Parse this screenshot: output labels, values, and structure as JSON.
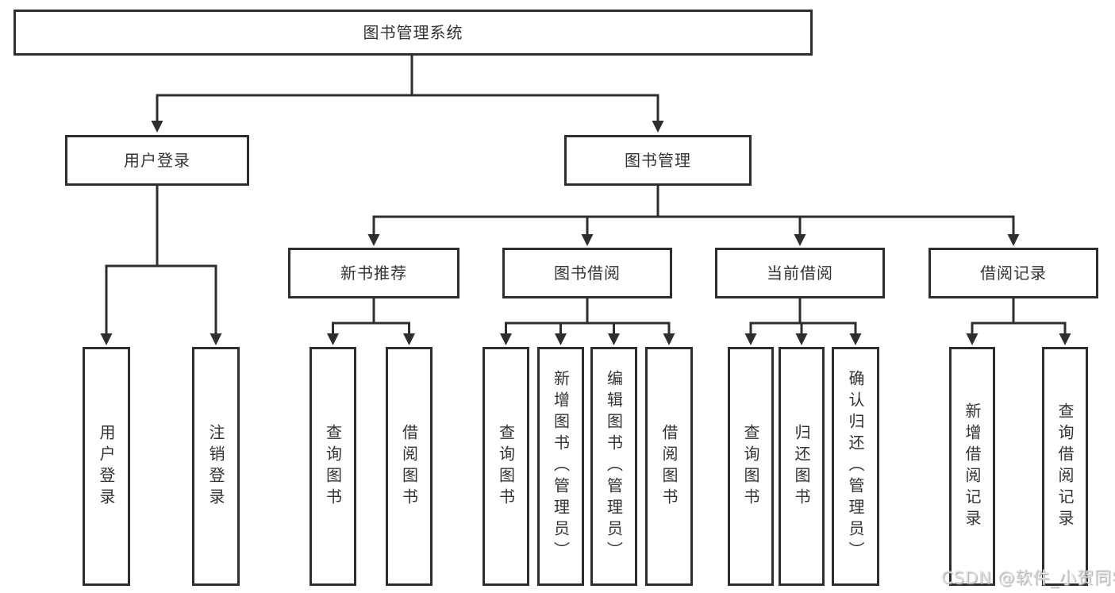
{
  "diagram": {
    "root": {
      "label": "图书管理系统"
    },
    "children": [
      {
        "label": "用户登录",
        "children": [
          {
            "label": "用户登录"
          },
          {
            "label": "注销登录"
          }
        ]
      },
      {
        "label": "图书管理",
        "children": [
          {
            "label": "新书推荐",
            "children": [
              {
                "label": "查询图书"
              },
              {
                "label": "借阅图书"
              }
            ]
          },
          {
            "label": "图书借阅",
            "children": [
              {
                "label": "查询图书"
              },
              {
                "label": "新增图书（管理员）"
              },
              {
                "label": "编辑图书（管理员）"
              },
              {
                "label": "借阅图书"
              }
            ]
          },
          {
            "label": "当前借阅",
            "children": [
              {
                "label": "查询图书"
              },
              {
                "label": "归还图书"
              },
              {
                "label": "确认归还（管理员）"
              }
            ]
          },
          {
            "label": "借阅记录",
            "children": [
              {
                "label": "新增借阅记录"
              },
              {
                "label": "查询借阅记录"
              }
            ]
          }
        ]
      }
    ]
  },
  "watermark": {
    "text": "CSDN @软件_小贺同学"
  },
  "colors": {
    "background": "#ffffff",
    "line": "#2e2e2e",
    "box_border": "#2e2e2e",
    "box_fill": "#ffffff",
    "text": "#333333",
    "watermark": "#dedede"
  }
}
